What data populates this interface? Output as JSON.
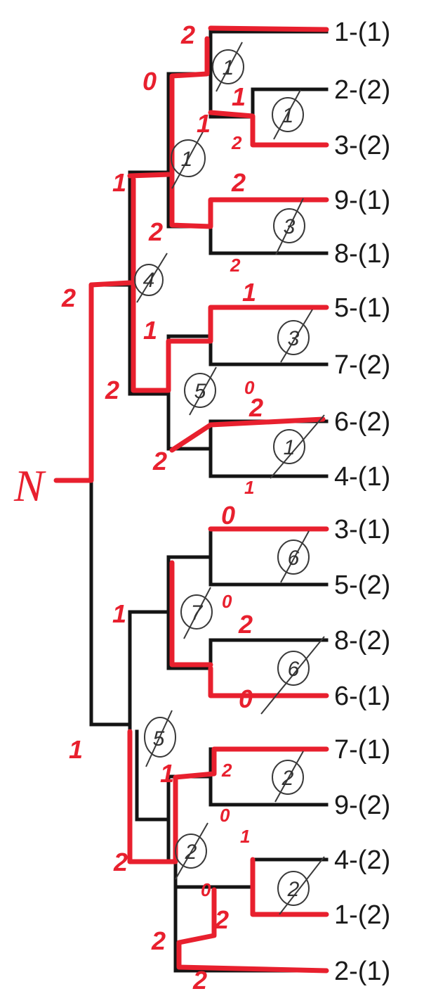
{
  "root_label": "N",
  "leaves": [
    "1-(1)",
    "2-(2)",
    "3-(2)",
    "9-(1)",
    "8-(1)",
    "5-(1)",
    "7-(2)",
    "6-(2)",
    "4-(1)",
    "3-(1)",
    "5-(2)",
    "8-(2)",
    "6-(1)",
    "7-(1)",
    "9-(2)",
    "4-(2)",
    "1-(2)",
    "2-(1)"
  ],
  "match_numbers": [
    "1",
    "1",
    "1",
    "3",
    "4",
    "3",
    "5",
    "1",
    "6",
    "7",
    "6",
    "5",
    "2",
    "2",
    "2"
  ],
  "scores": [
    "2",
    "0",
    "1",
    "1",
    "2",
    "2",
    "1",
    "2",
    "2",
    "2",
    "1",
    "1",
    "2",
    "0",
    "2",
    "2",
    "1",
    "0",
    "1",
    "0",
    "2",
    "0",
    "1",
    "1",
    "2",
    "0",
    "2",
    "1",
    "0",
    "2",
    "2",
    "2"
  ]
}
